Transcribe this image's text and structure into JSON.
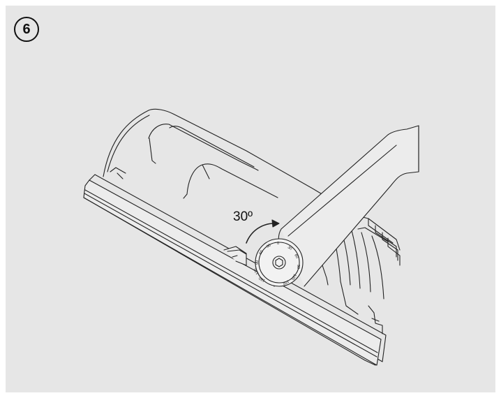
{
  "step": {
    "number": "6"
  },
  "annotation": {
    "angle_text": "30º"
  },
  "dial": {
    "labels": [
      "0",
      "30",
      "60",
      "90",
      "120",
      "150",
      "150",
      "120",
      "90",
      "60",
      "30"
    ]
  },
  "colors": {
    "panel_background": "#e6e6e6",
    "line": "#222222"
  }
}
